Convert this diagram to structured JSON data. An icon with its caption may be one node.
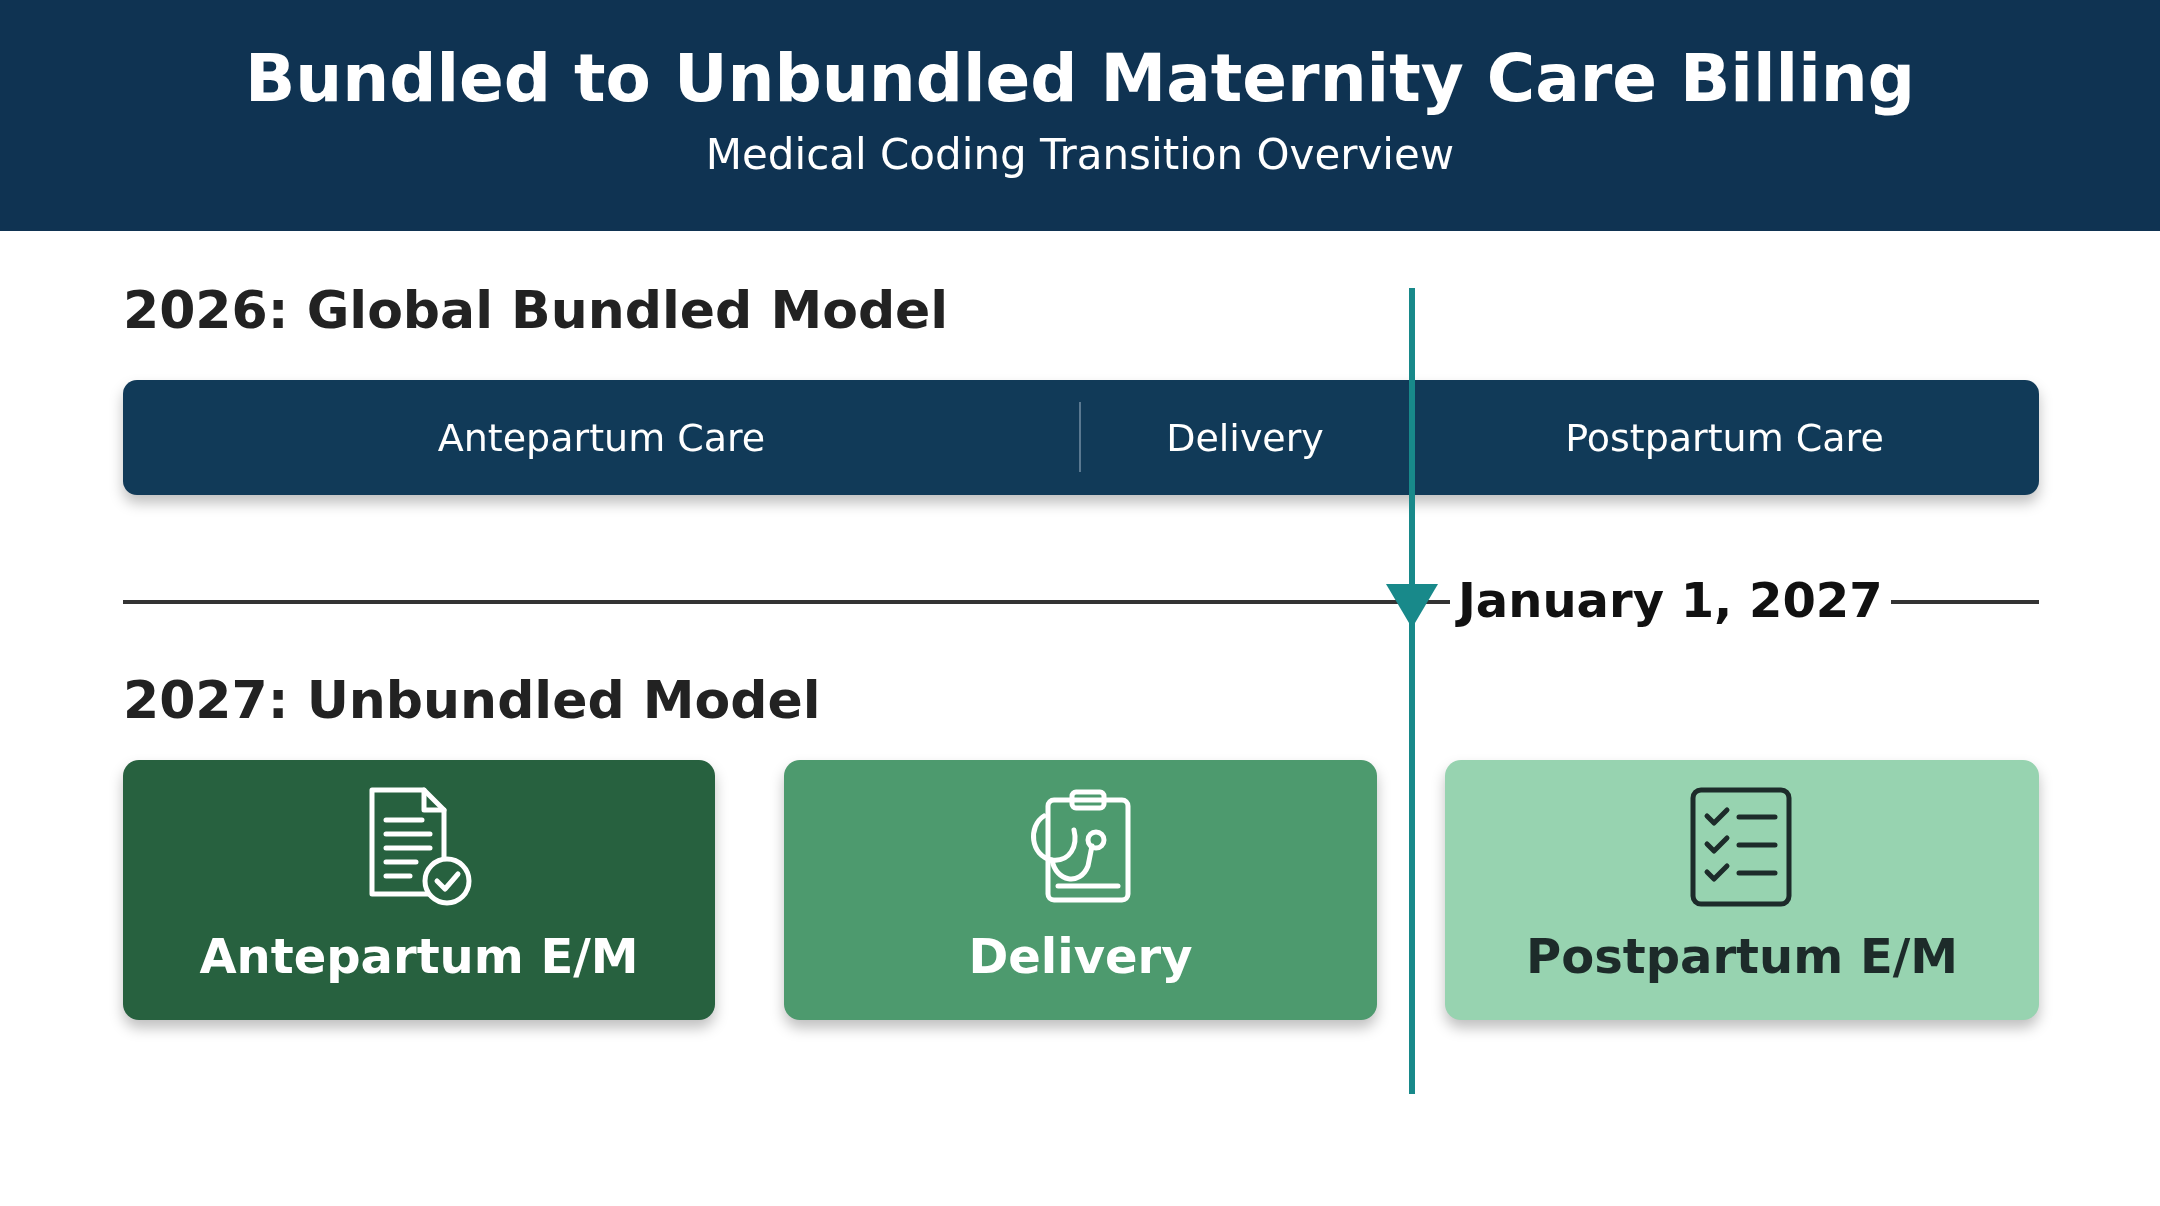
{
  "diagram": {
    "title": "Bundled to Unbundled Maternity Care Billing",
    "nodes": [
      {
        "text": [
          "2026: Global Bundled Model"
        ]
      },
      {
        "text": [
          "Antepartum Care"
        ],
        "in": 0
      },
      {
        "text": [
          "Delivery"
        ],
        "in": 0
      },
      {
        "text": [
          "Postpartum Care"
        ],
        "in": 0
      },
      {
        "text": [
          "Antepartum E/M"
        ]
      },
      {
        "text": [
          "Delivery"
        ]
      },
      {
        "text": [
          "Postpartum E/M"
        ]
      }
    ],
    "edges": [],
    "labels": [
      "Medical Coding Transition Overview",
      "January 1, 2027",
      "2027: Unbundled Model"
    ]
  }
}
